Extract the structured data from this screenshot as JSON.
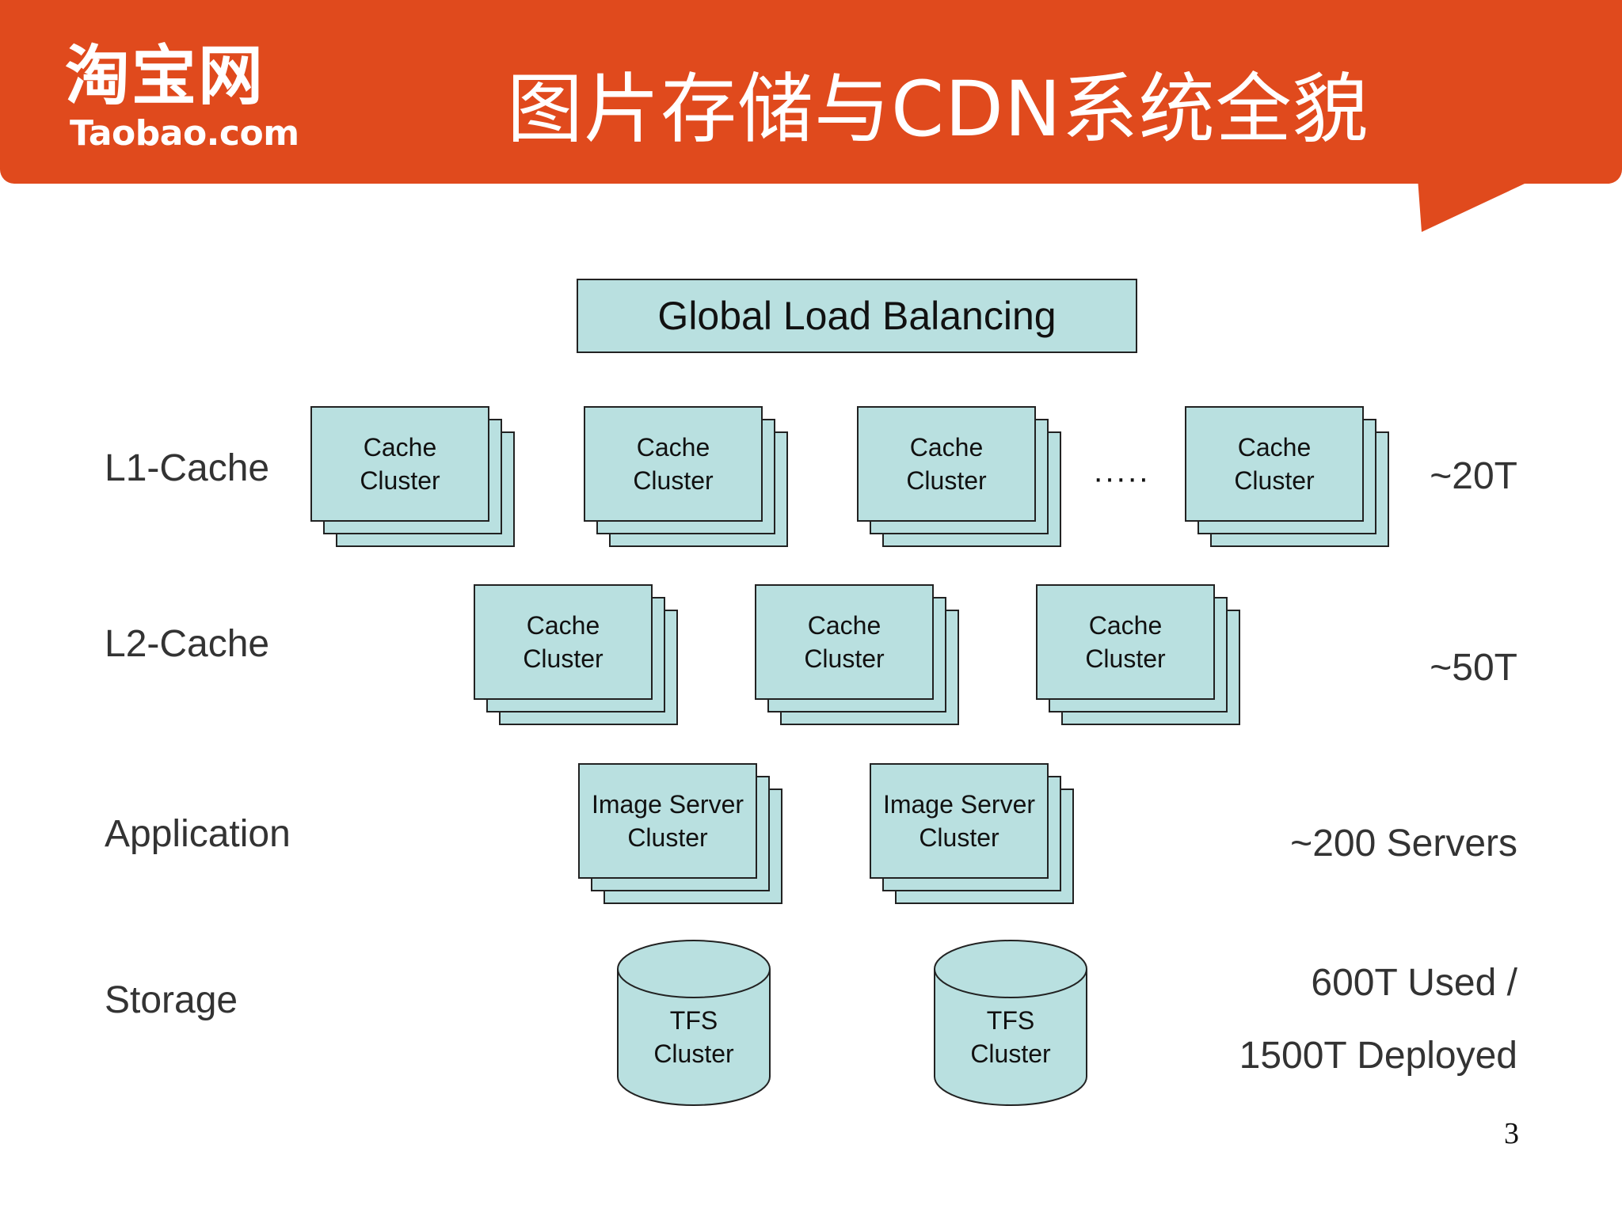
{
  "colors": {
    "header": "#e04a1d",
    "box_fill": "#b9e0e0",
    "text_dark": "#111111",
    "text_label": "#333333"
  },
  "header": {
    "logo_cn": "淘宝网",
    "logo_en": "Taobao.com",
    "title": "图片存储与CDN系统全貌"
  },
  "global_lb": "Global Load Balancing",
  "tiers": {
    "l1": {
      "label": "L1-Cache",
      "capacity": "~20T",
      "clusters": [
        {
          "line1": "Cache",
          "line2": "Cluster"
        },
        {
          "line1": "Cache",
          "line2": "Cluster"
        },
        {
          "line1": "Cache",
          "line2": "Cluster"
        },
        {
          "line1": "Cache",
          "line2": "Cluster"
        }
      ],
      "ellipsis": "·····"
    },
    "l2": {
      "label": "L2-Cache",
      "capacity": "~50T",
      "clusters": [
        {
          "line1": "Cache",
          "line2": "Cluster"
        },
        {
          "line1": "Cache",
          "line2": "Cluster"
        },
        {
          "line1": "Cache",
          "line2": "Cluster"
        }
      ]
    },
    "app": {
      "label": "Application",
      "capacity": "~200 Servers",
      "clusters": [
        {
          "line1": "Image Server",
          "line2": "Cluster"
        },
        {
          "line1": "Image Server",
          "line2": "Cluster"
        }
      ]
    },
    "storage": {
      "label": "Storage",
      "capacity_line1": "600T Used /",
      "capacity_line2": "1500T Deployed",
      "clusters": [
        {
          "line1": "TFS",
          "line2": "Cluster"
        },
        {
          "line1": "TFS",
          "line2": "Cluster"
        }
      ]
    }
  },
  "page_number": "3"
}
